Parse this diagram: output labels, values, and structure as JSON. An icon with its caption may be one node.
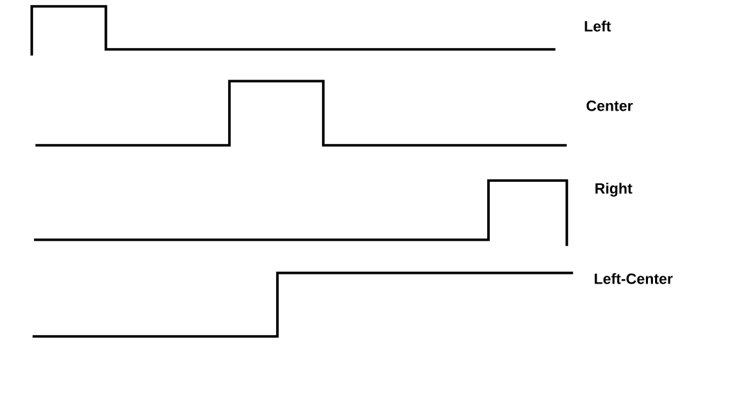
{
  "diagram": {
    "labels": [
      "Left",
      "Center",
      "Right",
      "Left-Center"
    ]
  }
}
